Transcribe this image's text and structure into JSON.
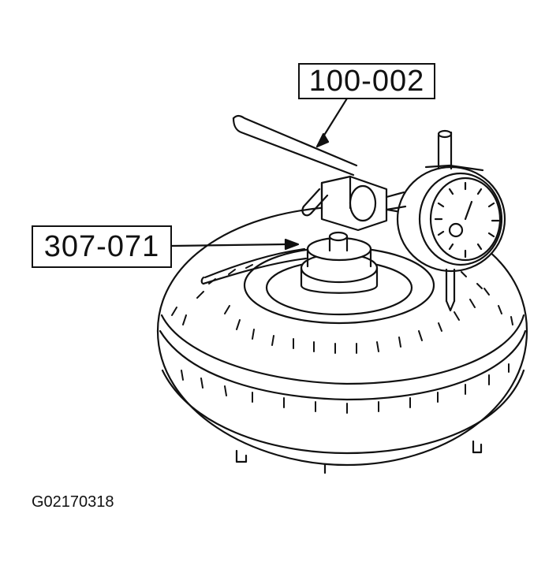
{
  "labels": {
    "tool_dial_indicator": "100-002",
    "tool_adapter": "307-071",
    "figure_id": "G02170318"
  }
}
